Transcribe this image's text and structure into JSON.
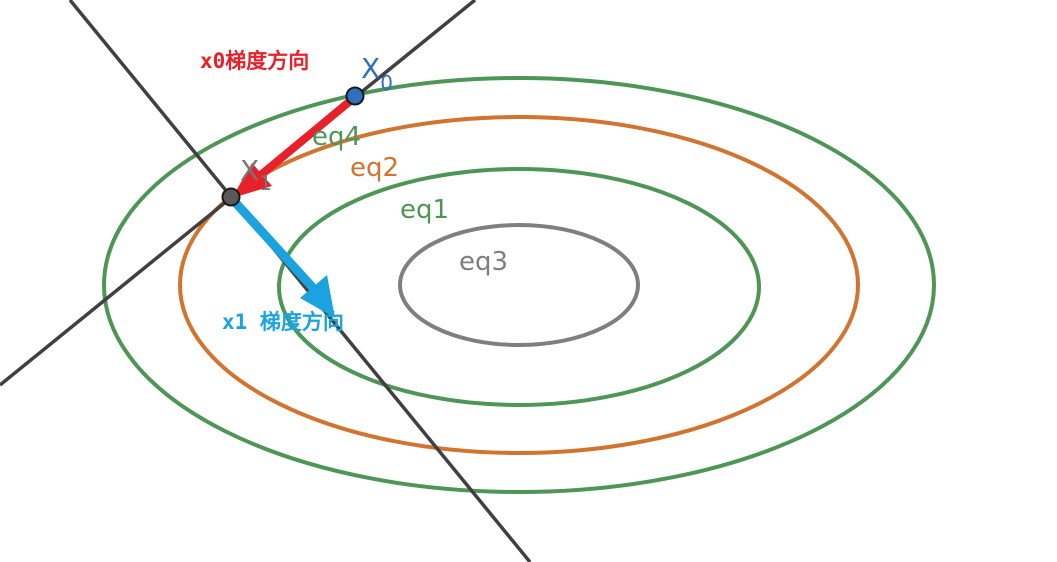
{
  "contours": [
    {
      "id": "eq3",
      "label": "eq3",
      "color": "#7f7f7f"
    },
    {
      "id": "eq1",
      "label": "eq1",
      "color": "#4e9656"
    },
    {
      "id": "eq2",
      "label": "eq2",
      "color": "#d2732f"
    },
    {
      "id": "eq4",
      "label": "eq4",
      "color": "#4e9656"
    }
  ],
  "points": {
    "x0": {
      "letter": "X",
      "subscript": "0",
      "color": "#2f6fbd"
    },
    "x1": {
      "letter": "X",
      "subscript": "1",
      "color": "#777777"
    }
  },
  "annotations": {
    "x0_gradient": {
      "text": "x0梯度方向",
      "color": "#e8202a"
    },
    "x1_gradient": {
      "text": "x1 梯度方向",
      "color": "#1ba3e0"
    }
  },
  "colors": {
    "tangent_line": "#404040",
    "arrow_red": "#e8202a",
    "arrow_blue": "#1ba3e0",
    "point_x0_fill": "#2f6fbd",
    "point_x1_fill": "#595959"
  }
}
